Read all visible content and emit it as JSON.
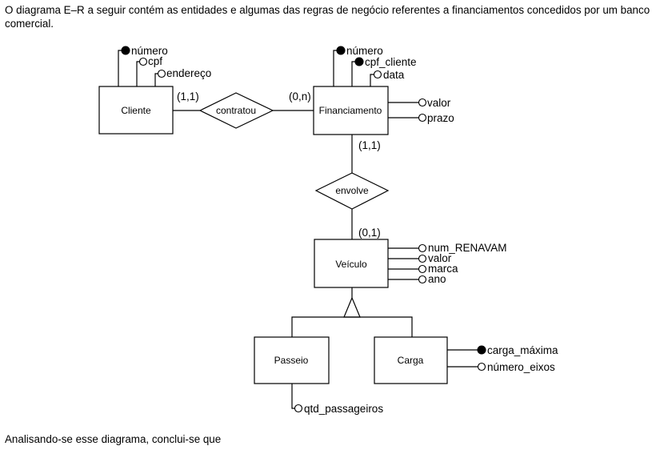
{
  "question": {
    "intro": "O diagrama E–R a seguir contém as entidades e algumas das regras de negócio referentes a financiamentos concedidos por um banco comercial.",
    "outro": "Analisando-se esse diagrama, conclui-se que"
  },
  "diagram": {
    "entities": {
      "cliente": "Cliente",
      "financiamento": "Financiamento",
      "veiculo": "Veículo",
      "passeio": "Passeio",
      "carga": "Carga"
    },
    "relationships": {
      "contratou": "contratou",
      "envolve": "envolve"
    },
    "cardinalities": {
      "cliente_contratou": "(1,1)",
      "financiamento_contratou": "(0,n)",
      "financiamento_envolve": "(1,1)",
      "veiculo_envolve": "(0,1)"
    },
    "attributes": {
      "cliente": [
        {
          "name": "número",
          "identifier": true
        },
        {
          "name": "cpf",
          "identifier": false
        },
        {
          "name": "endereço",
          "identifier": false
        }
      ],
      "financiamento_top": [
        {
          "name": "número",
          "identifier": true
        },
        {
          "name": "cpf_cliente",
          "identifier": true
        },
        {
          "name": "data",
          "identifier": false
        }
      ],
      "financiamento_right": [
        {
          "name": "valor",
          "identifier": false
        },
        {
          "name": "prazo",
          "identifier": false
        }
      ],
      "veiculo": [
        {
          "name": "num_RENAVAM",
          "identifier": false
        },
        {
          "name": "valor",
          "identifier": false
        },
        {
          "name": "marca",
          "identifier": false
        },
        {
          "name": "ano",
          "identifier": false
        }
      ],
      "carga": [
        {
          "name": "carga_máxima",
          "identifier": true
        },
        {
          "name": "número_eixos",
          "identifier": false
        }
      ],
      "passeio": [
        {
          "name": "qtd_passageiros",
          "identifier": false
        }
      ]
    }
  }
}
